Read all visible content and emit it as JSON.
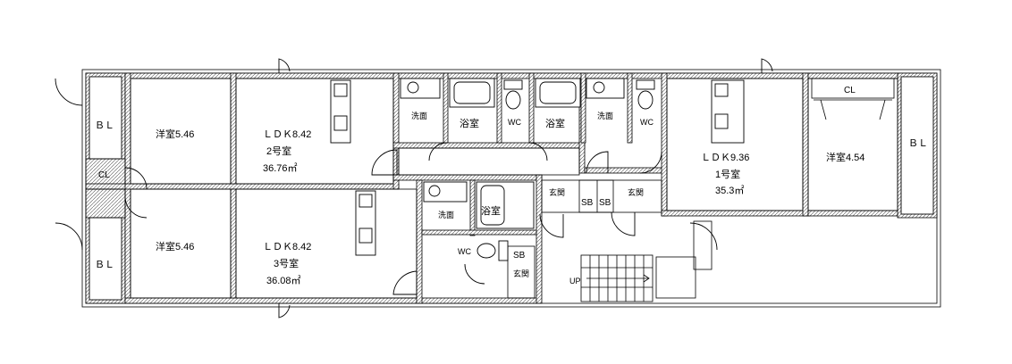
{
  "units": {
    "unit1": {
      "ldk": "ＬＤＫ9.36",
      "name": "1号室",
      "area": "35.3㎡",
      "western_room": "洋室4.54",
      "bl": "ＢＬ",
      "cl": "CL",
      "wash": "洗面",
      "bath": "浴室",
      "wc": "WC",
      "entrance": "玄関",
      "sb": "SB"
    },
    "unit2": {
      "ldk": "ＬＤＫ8.42",
      "name": "2号室",
      "area": "36.76㎡",
      "western_room": "洋室5.46",
      "bl": "ＢＬ",
      "cl": "CL",
      "wash": "洗面",
      "bath": "浴室",
      "wc": "WC",
      "entrance": "玄関",
      "sb": "SB"
    },
    "unit3": {
      "ldk": "ＬＤＫ8.42",
      "name": "3号室",
      "area": "36.08㎡",
      "western_room": "洋室5.46",
      "bl": "ＢＬ",
      "wash": "洗面",
      "bath": "浴室",
      "wc": "WC",
      "entrance": "玄関",
      "sb": "SB"
    }
  },
  "stairs": {
    "label": "UP"
  }
}
